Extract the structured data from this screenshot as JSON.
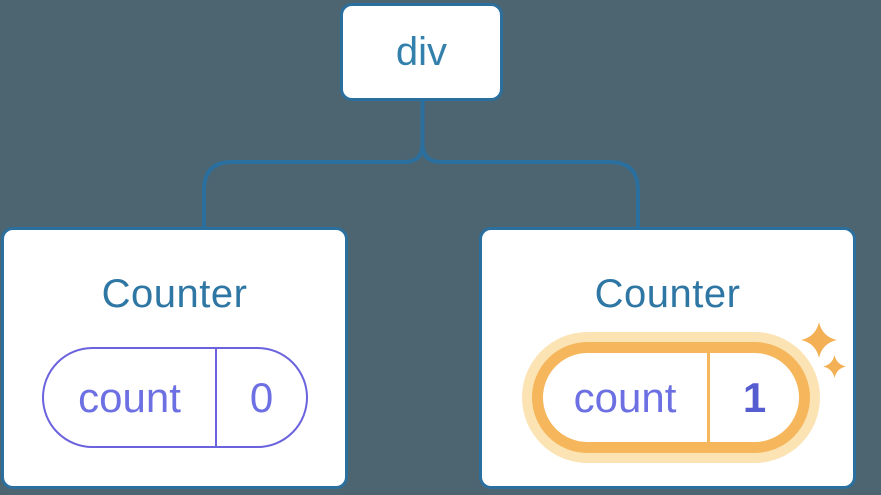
{
  "diagram": {
    "description": "React component tree: a div root with two Counter children holding count state",
    "root": {
      "label": "div"
    },
    "children": [
      {
        "title": "Counter",
        "state_key": "count",
        "state_value": "0",
        "highlighted": false
      },
      {
        "title": "Counter",
        "state_key": "count",
        "state_value": "1",
        "highlighted": true
      }
    ]
  },
  "icons": {
    "highlight_sparkle_large": "sparkle-icon",
    "highlight_sparkle_small": "sparkle-icon"
  },
  "colors": {
    "background": "#4c6570",
    "line-blue": "#2b6f9f",
    "node-text": "#3380ac",
    "title-text": "#2e76a3",
    "card-bg": "#ffffff",
    "pill-purple": "#6a63dd",
    "pill-text": "#6c70e3",
    "value-bold": "#565dd0",
    "orange": "#f6b75c",
    "orange-glow": "#fbe3b4",
    "sparkle": "#f4b055"
  }
}
